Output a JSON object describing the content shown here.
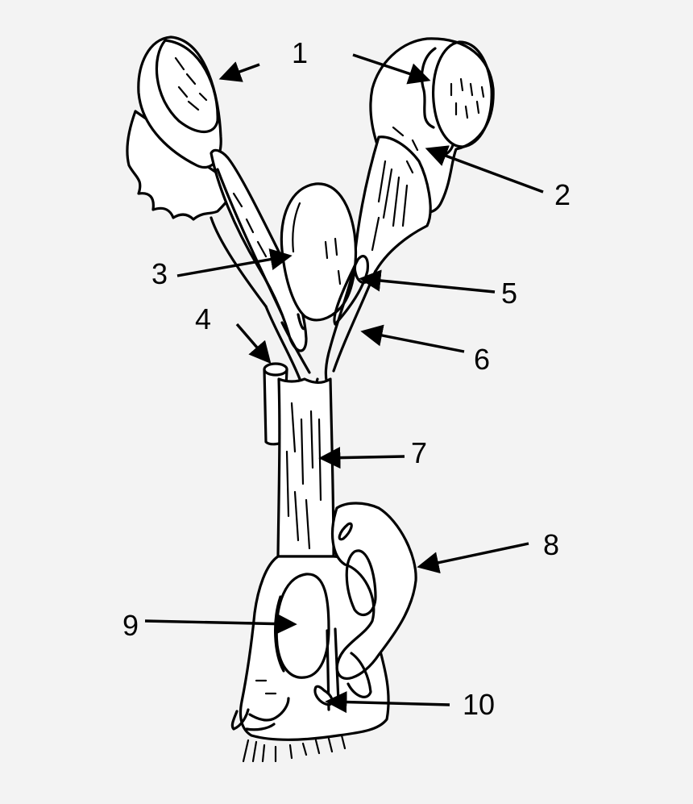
{
  "diagram": {
    "background": "#f3f3f3",
    "stroke_color": "#000000",
    "labels": [
      "1",
      "2",
      "3",
      "4",
      "5",
      "6",
      "7",
      "8",
      "9",
      "10"
    ]
  }
}
